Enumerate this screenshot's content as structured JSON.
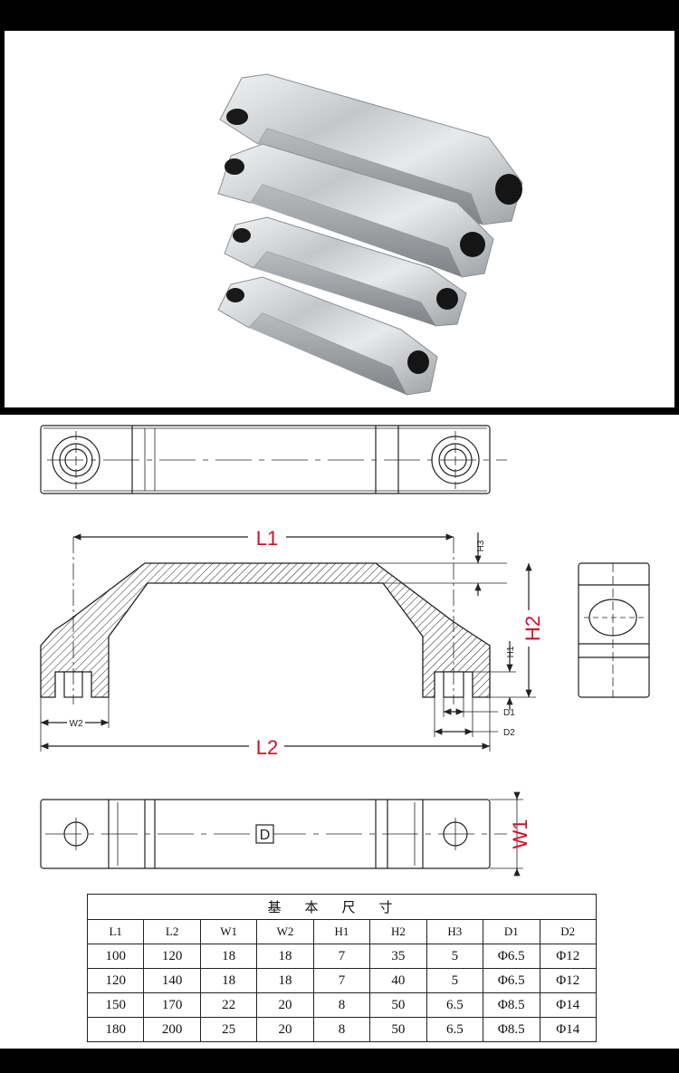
{
  "drawing": {
    "labels": {
      "L1": "L1",
      "L2": "L2",
      "H1": "H1",
      "H2": "H2",
      "H3": "H3",
      "W1": "W1",
      "W2": "W2",
      "D1": "D1",
      "D2": "D2",
      "logo": "D"
    },
    "colors": {
      "dimension_text": "#d0102a",
      "line": "#222222"
    }
  },
  "table": {
    "title": "基本尺寸",
    "columns": [
      "L1",
      "L2",
      "W1",
      "W2",
      "H1",
      "H2",
      "H3",
      "D1",
      "D2"
    ],
    "rows": [
      [
        "100",
        "120",
        "18",
        "18",
        "7",
        "35",
        "5",
        "Φ6.5",
        "Φ12"
      ],
      [
        "120",
        "140",
        "18",
        "18",
        "7",
        "40",
        "5",
        "Φ6.5",
        "Φ12"
      ],
      [
        "150",
        "170",
        "22",
        "20",
        "8",
        "50",
        "6.5",
        "Φ8.5",
        "Φ14"
      ],
      [
        "180",
        "200",
        "25",
        "20",
        "8",
        "50",
        "6.5",
        "Φ8.5",
        "Φ14"
      ]
    ]
  }
}
